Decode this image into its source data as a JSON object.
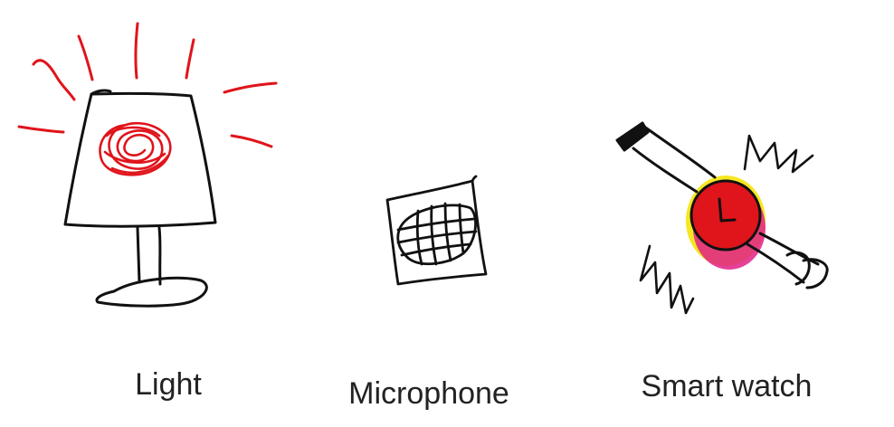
{
  "items": [
    {
      "label": "Light"
    },
    {
      "label": "Microphone"
    },
    {
      "label": "Smart watch"
    }
  ],
  "colors": {
    "ink": "#111111",
    "accent_red": "#e0141b",
    "glow_yellow": "#f5e614",
    "glow_pink": "#e0208a"
  },
  "icons": [
    "lamp-icon",
    "microphone-icon",
    "smart-watch-icon"
  ]
}
